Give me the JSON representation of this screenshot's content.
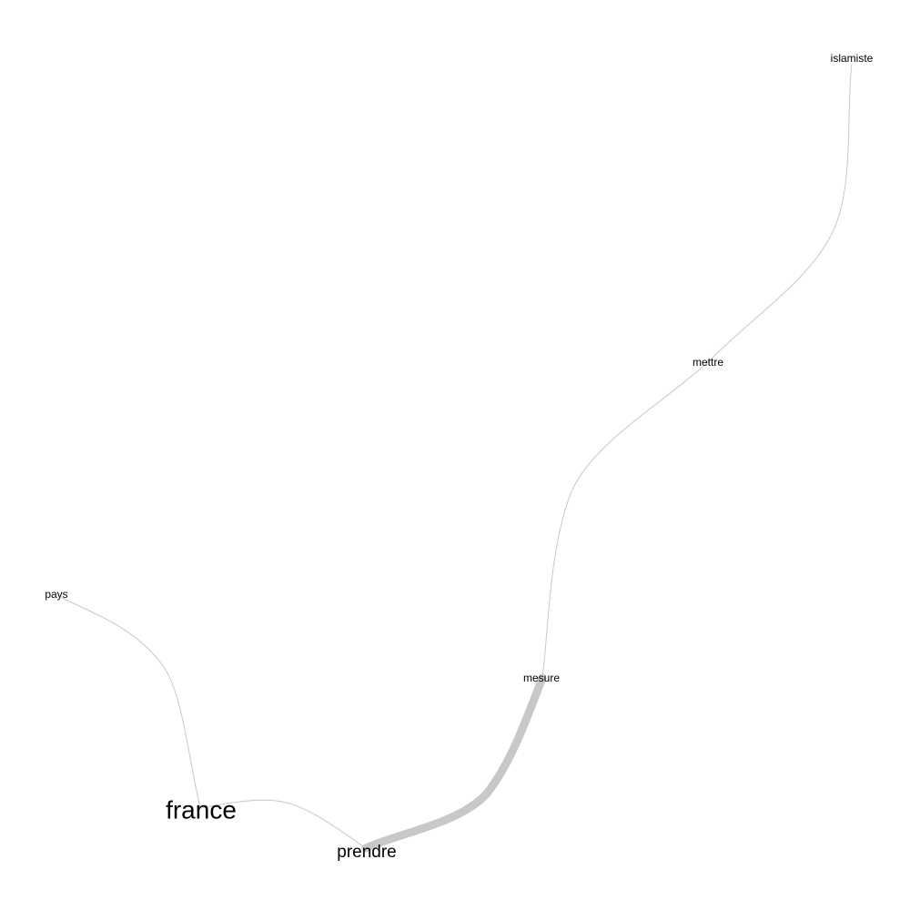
{
  "graph": {
    "type": "word-network",
    "nodes": [
      {
        "id": "islamiste",
        "label": "islamiste",
        "weight": 1
      },
      {
        "id": "mettre",
        "label": "mettre",
        "weight": 1
      },
      {
        "id": "mesure",
        "label": "mesure",
        "weight": 1
      },
      {
        "id": "prendre",
        "label": "prendre",
        "weight": 2
      },
      {
        "id": "france",
        "label": "france",
        "weight": 3
      },
      {
        "id": "pays",
        "label": "pays",
        "weight": 1
      }
    ],
    "edges": [
      {
        "from": "islamiste",
        "to": "mettre",
        "weight": 1
      },
      {
        "from": "mettre",
        "to": "mesure",
        "weight": 1
      },
      {
        "from": "mesure",
        "to": "prendre",
        "weight": 10
      },
      {
        "from": "prendre",
        "to": "france",
        "weight": 1
      },
      {
        "from": "france",
        "to": "pays",
        "weight": 1
      }
    ],
    "colors": {
      "edge": "#c8c8c8",
      "label": "#000000",
      "background": "#ffffff"
    }
  }
}
